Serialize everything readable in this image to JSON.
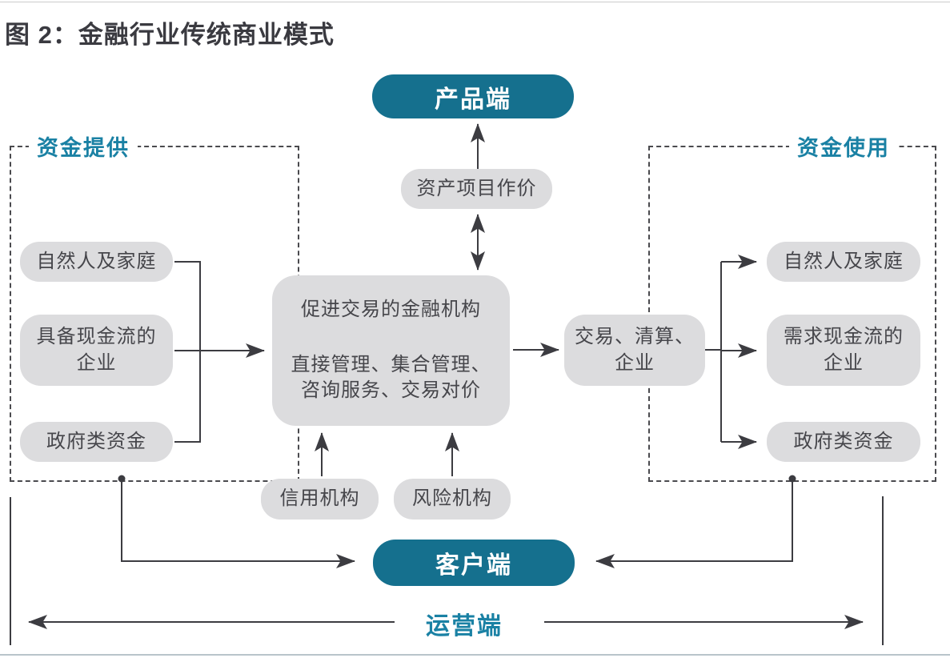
{
  "figure": {
    "title": "图 2：金融行业传统商业模式"
  },
  "colors": {
    "teal_fill": "#15708e",
    "teal_text": "#1a81a4",
    "node_gray": "#dcdcde",
    "line": "#3c3c41"
  },
  "nodes": {
    "product_end": "产品端",
    "client_end": "客户端",
    "operation_end": "运营端",
    "asset_pricing": "资产项目作价",
    "central_institution": {
      "line1": "促进交易的金融机构",
      "line2": "直接管理、集合管理、",
      "line3": "咨询服务、交易对价"
    },
    "trade_clearing": "交易、清算、企业",
    "credit_agency": "信用机构",
    "risk_agency": "风险机构"
  },
  "groups": {
    "fund_supply": {
      "label": "资金提供",
      "items": [
        "自然人及家庭",
        "具备现金流的企业",
        "政府类资金"
      ]
    },
    "fund_use": {
      "label": "资金使用",
      "items": [
        "自然人及家庭",
        "需求现金流的企业",
        "政府类资金"
      ]
    }
  }
}
